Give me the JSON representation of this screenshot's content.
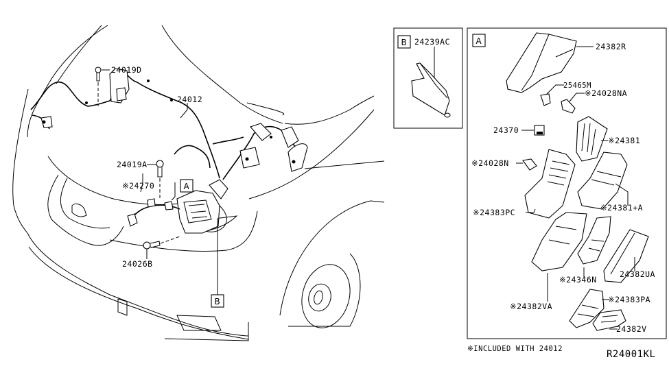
{
  "diagram": {
    "reference_code": "R24001KL",
    "footnote": "※INCLUDED WITH 24012",
    "main_view": {
      "callouts": {
        "bolt_top": "24019D",
        "main_harness": "24012",
        "bolt_mid": "24019A",
        "sub_harness": "※24270",
        "bolt_bottom": "24026B",
        "detail_a_marker": "A",
        "detail_b_marker": "B"
      }
    },
    "detail_b": {
      "marker": "B",
      "parts": [
        {
          "id": "24239AC",
          "label": "24239AC"
        }
      ]
    },
    "detail_a": {
      "marker": "A",
      "parts": [
        {
          "id": "24382R",
          "label": "24382R"
        },
        {
          "id": "25465M",
          "label": "25465M"
        },
        {
          "id": "24028NA",
          "label": "※24028NA"
        },
        {
          "id": "24370",
          "label": "24370"
        },
        {
          "id": "24381",
          "label": "※24381"
        },
        {
          "id": "24028N",
          "label": "※24028N"
        },
        {
          "id": "24381A",
          "label": "※24381+A"
        },
        {
          "id": "24383PC",
          "label": "※24383PC"
        },
        {
          "id": "24346N",
          "label": "※24346N"
        },
        {
          "id": "24382UA",
          "label": "24382UA"
        },
        {
          "id": "24382VA",
          "label": "※24382VA"
        },
        {
          "id": "24383PA",
          "label": "※24383PA"
        },
        {
          "id": "24382V",
          "label": "24382V"
        }
      ]
    }
  }
}
